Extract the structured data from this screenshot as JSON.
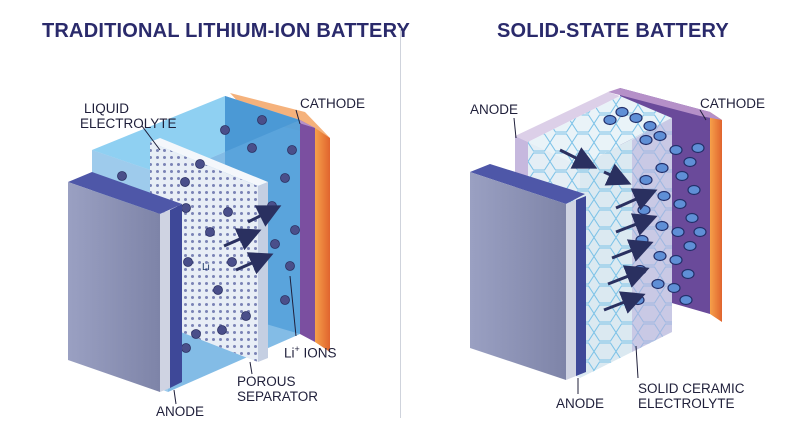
{
  "left": {
    "title": "TRADITIONAL LITHIUM-ION BATTERY",
    "labels": {
      "liquid_electrolyte_1": "LIQUID",
      "liquid_electrolyte_2": "ELECTROLYTE",
      "cathode": "CATHODE",
      "li_ions_prefix": "Li",
      "li_ions_suffix": "IONS",
      "li_ions_sup": "+",
      "li_ion_marker": "Li",
      "porous_separator_1": "POROUS",
      "porous_separator_2": "SEPARATOR",
      "anode": "ANODE"
    }
  },
  "right": {
    "title": "SOLID-STATE BATTERY",
    "labels": {
      "anode_top": "ANODE",
      "cathode": "CATHODE",
      "anode_bottom": "ANODE",
      "solid_ceramic_1": "SOLID CERAMIC",
      "solid_ceramic_2": "ELECTROLYTE"
    }
  },
  "colors": {
    "title": "#2a2a6b",
    "label": "#1f1f3a",
    "anode_face": "#8a8fb0",
    "electrolyte_blue": "#5aa6dd",
    "cathode_purple": "#6a4a9a",
    "cathode_orange": "#f08a3c",
    "ceramic": "#d8e8f0",
    "ion": "#4a4f8a",
    "arrow": "#2a3060"
  }
}
